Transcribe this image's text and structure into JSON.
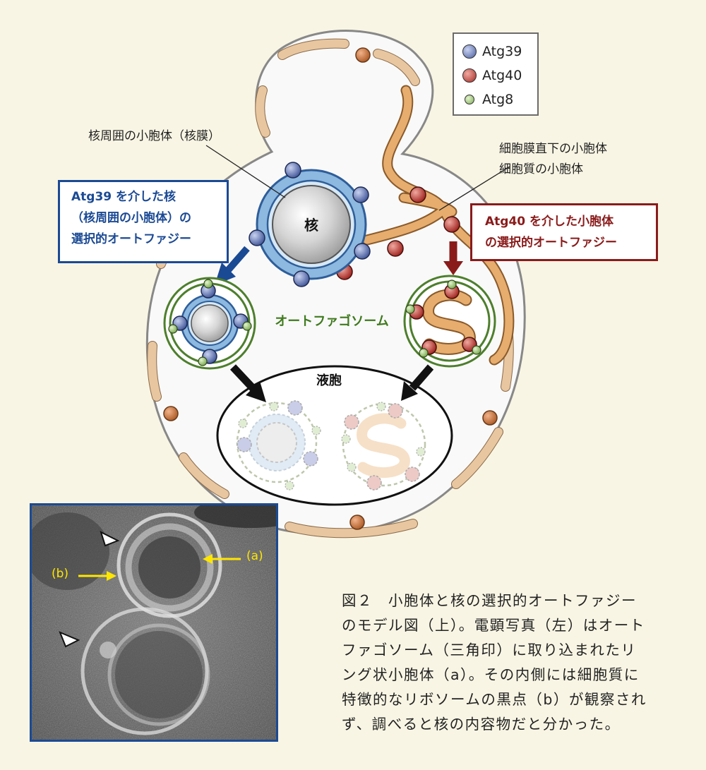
{
  "legend": {
    "items": [
      {
        "label": "Atg39",
        "color": "#5a6fb0"
      },
      {
        "label": "Atg40",
        "color": "#b73a34"
      },
      {
        "label": "Atg8",
        "color": "#8fbf6a"
      }
    ]
  },
  "labels": {
    "perinuclear_er": "核周囲の小胞体（核膜）",
    "cortical_er_1": "細胞膜直下の小胞体",
    "cortical_er_2": "細胞質の小胞体",
    "nucleus": "核",
    "autophagosome": "オートファゴソーム",
    "vacuole": "液胞"
  },
  "blue_box": {
    "lines": [
      "Atg39 を介した核",
      "（核周囲の小胞体）の",
      "選択的オートファジー"
    ]
  },
  "red_box": {
    "lines": [
      "Atg40 を介した小胞体",
      "の選択的オートファジー"
    ]
  },
  "em_photo": {
    "label_a": "(a)",
    "label_b": "(b)"
  },
  "caption": {
    "lines": [
      "図２　小胞体と核の選択的オートファジー",
      "のモデル図（上）。電顕写真（左）はオート",
      "ファゴソーム（三角印）に取り込まれたリ",
      "ング状小胞体（a）。その内側には細胞質に",
      "特徴的なリボソームの黒点（b）が観察され",
      "ず、調べると核の内容物だと分かった。"
    ]
  },
  "colors": {
    "background": "#f8f5e4",
    "nuclear_envelope": "#8db8df",
    "er": "#e3b078",
    "autophagosome": "#4d7f2c",
    "blue_text": "#1b4a94",
    "red_text": "#8a1b1b"
  }
}
